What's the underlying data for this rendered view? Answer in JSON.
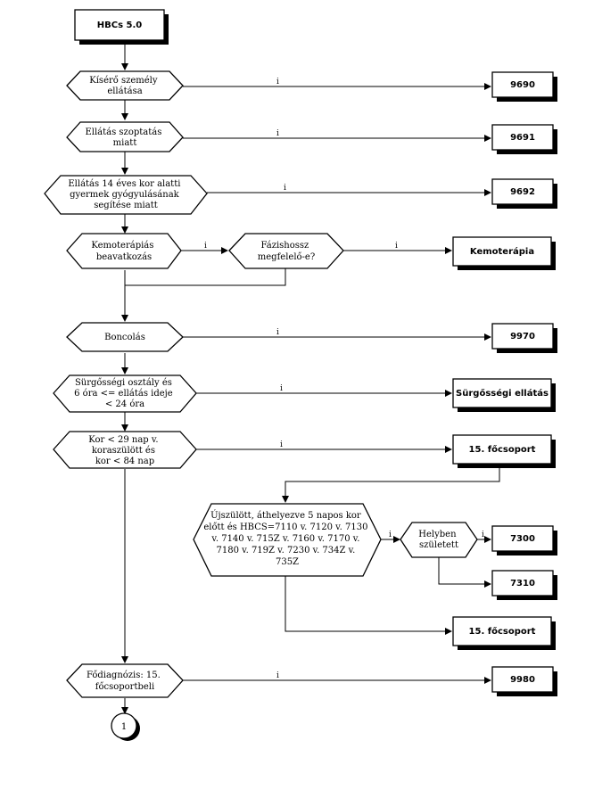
{
  "start": {
    "label": "HBCs 5.0"
  },
  "decisions": [
    {
      "id": "d1",
      "lines": [
        "Kísérő személy",
        "ellátása"
      ]
    },
    {
      "id": "d2",
      "lines": [
        "Ellátás szoptatás",
        "miatt"
      ]
    },
    {
      "id": "d3",
      "lines": [
        "Ellátás 14 éves kor alatti",
        "gyermek gyógyulásának",
        "segítése miatt"
      ]
    },
    {
      "id": "d4",
      "lines": [
        "Kemoterápiás",
        "beavatkozás"
      ]
    },
    {
      "id": "d5",
      "lines": [
        "Fázishossz",
        "megfelelő-e?"
      ]
    },
    {
      "id": "d6",
      "lines": [
        "Boncolás"
      ]
    },
    {
      "id": "d7",
      "lines": [
        "Sürgősségi osztály és",
        "6 óra <= ellátás ideje",
        "< 24 óra"
      ]
    },
    {
      "id": "d8",
      "lines": [
        "Kor < 29 nap v.",
        "koraszülött és",
        "kor < 84 nap"
      ]
    },
    {
      "id": "d9",
      "lines": [
        "Újszülött, áthelyezve 5 napos kor",
        "előtt és HBCS=7110 v. 7120 v. 7130",
        "v. 7140 v. 715Z v. 7160 v. 7170 v.",
        "7180 v. 719Z v. 7230 v. 734Z v.",
        "735Z"
      ]
    },
    {
      "id": "d10",
      "lines": [
        "Helyben",
        "született"
      ]
    },
    {
      "id": "d11",
      "lines": [
        "Fődiagnózis: 15.",
        "főcsoportbeli"
      ]
    }
  ],
  "outcomes": [
    {
      "id": "o1",
      "label": "9690"
    },
    {
      "id": "o2",
      "label": "9691"
    },
    {
      "id": "o3",
      "label": "9692"
    },
    {
      "id": "o4",
      "label": "Kemoterápia"
    },
    {
      "id": "o5",
      "label": "9970"
    },
    {
      "id": "o6",
      "label": "Sürgősségi ellátás"
    },
    {
      "id": "o7",
      "label": "15. főcsoport"
    },
    {
      "id": "o8",
      "label": "7300"
    },
    {
      "id": "o9",
      "label": "7310"
    },
    {
      "id": "o10",
      "label": "15. főcsoport"
    },
    {
      "id": "o11",
      "label": "9980"
    }
  ],
  "yes_label": "i",
  "connector": {
    "label": "1"
  }
}
